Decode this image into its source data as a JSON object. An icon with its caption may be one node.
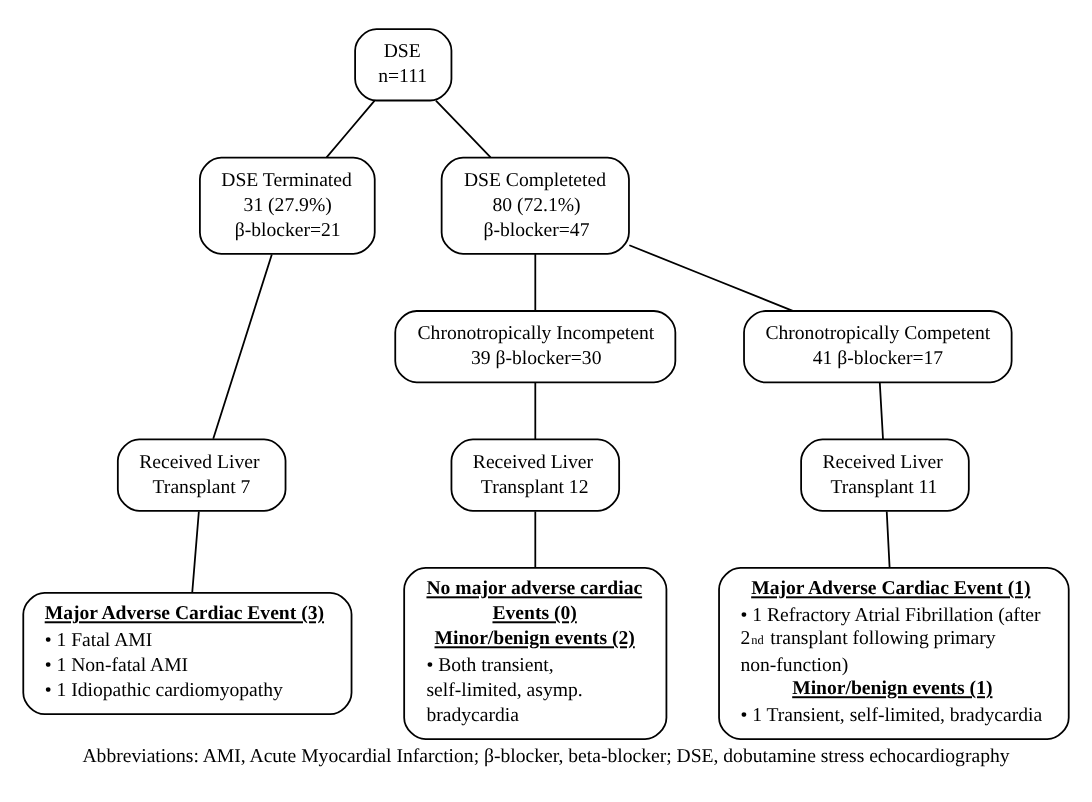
{
  "diagram": {
    "caption": "Abbreviations: AMI, Acute Myocardial Infarction; β-blocker, beta-blocker; DSE, dobutamine stress echocardiography",
    "nodes": [
      {
        "text": [
          "DSE n=111"
        ]
      },
      {
        "text": [
          "DSE Terminated 31 (27.9%) β-blocker=21"
        ]
      },
      {
        "text": [
          "DSE Completeted 80 (72.1%) β-blocker=47"
        ]
      },
      {
        "text": [
          "Chronotropically Incompetent 39 β-blocker=30"
        ]
      },
      {
        "text": [
          "Chronotropically Competent 41 β-blocker=17"
        ]
      },
      {
        "text": [
          "Received Liver Transplant 7"
        ]
      },
      {
        "text": [
          "Received Liver Transplant 12"
        ]
      },
      {
        "text": [
          "Received Liver Transplant 11"
        ]
      },
      {
        "text": [
          "**Major Adverse Cardiac Event (3)**",
          "• 1 Fatal AMI",
          "• 1 Non-fatal AMI",
          "• 1 Idiopathic cardiomyopathy"
        ]
      },
      {
        "text": [
          "**No major adverse cardiac Events (0)**",
          "**Minor/benign events (2)**",
          "• Both transient, self-limited, asymp. bradycardia"
        ]
      },
      {
        "text": [
          "**Major Adverse Cardiac Event (1)**",
          "• 1 Refractory Atrial Fibrillation (after 2$^{nd}$ transplant following primary non-function)",
          "**Minor/benign events (1)**",
          "• 1 Transient, self-limited, bradycardia"
        ]
      }
    ],
    "edges": [
      {
        "from": 0,
        "to": 1,
        "arrow": "none"
      },
      {
        "from": 0,
        "to": 2,
        "arrow": "none"
      },
      {
        "from": 2,
        "to": 3,
        "arrow": "none"
      },
      {
        "from": 2,
        "to": 4,
        "arrow": "none"
      },
      {
        "from": 1,
        "to": 5,
        "arrow": "none"
      },
      {
        "from": 3,
        "to": 6,
        "arrow": "none"
      },
      {
        "from": 4,
        "to": 7,
        "arrow": "none"
      },
      {
        "from": 5,
        "to": 8,
        "arrow": "none"
      },
      {
        "from": 6,
        "to": 9,
        "arrow": "none"
      },
      {
        "from": 7,
        "to": 10,
        "arrow": "none"
      }
    ]
  }
}
